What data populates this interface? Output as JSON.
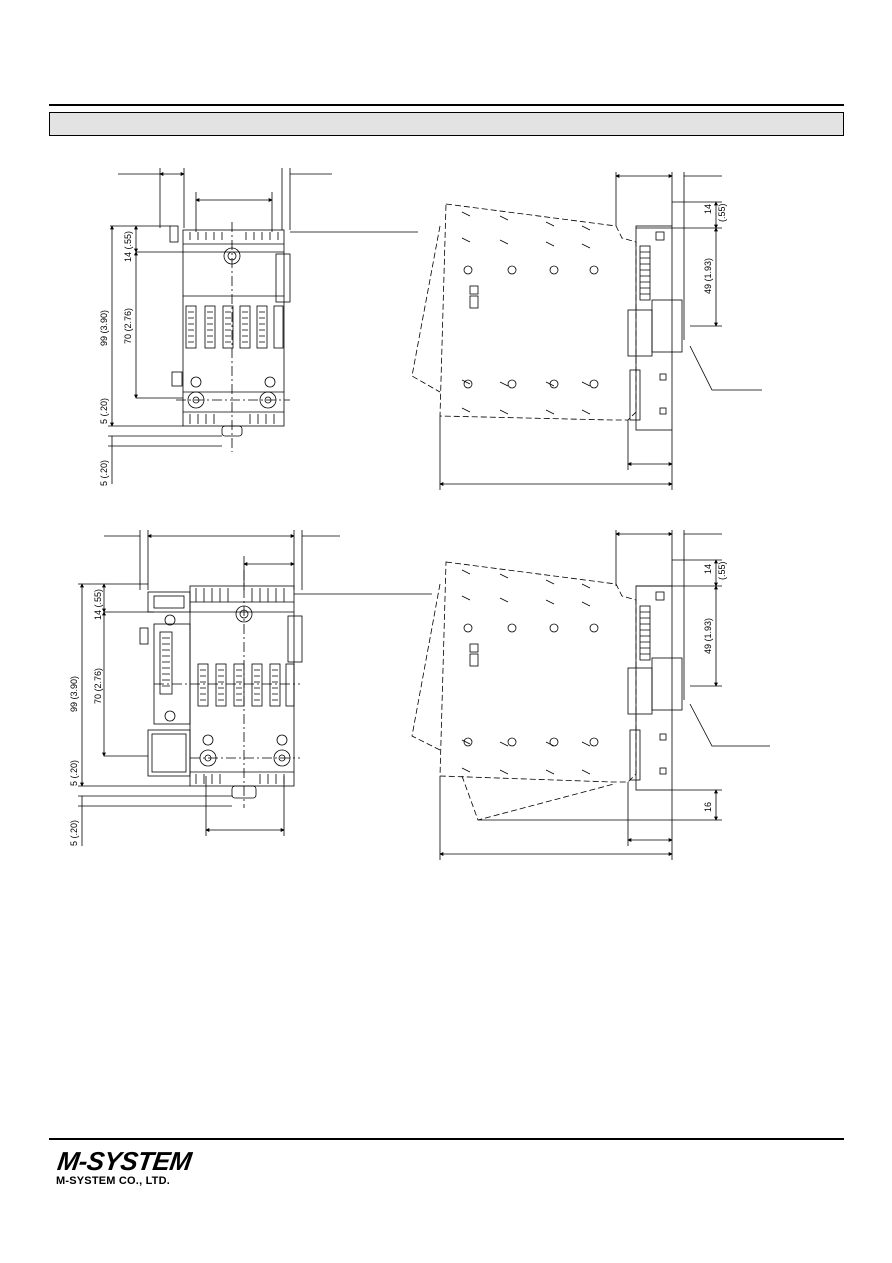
{
  "header": {
    "section_title": ""
  },
  "dimensions": {
    "d14": "14 (.55)",
    "d99": "99 (3.90)",
    "d70": "70 (2.76)",
    "d5": "5 (.20)",
    "d14_short": "14",
    "d55": "(.55)",
    "d49": "49 (1.93)",
    "d16": "16"
  },
  "footer": {
    "logo_text": "M-SYSTEM",
    "company_name": "M-SYSTEM CO., LTD."
  }
}
